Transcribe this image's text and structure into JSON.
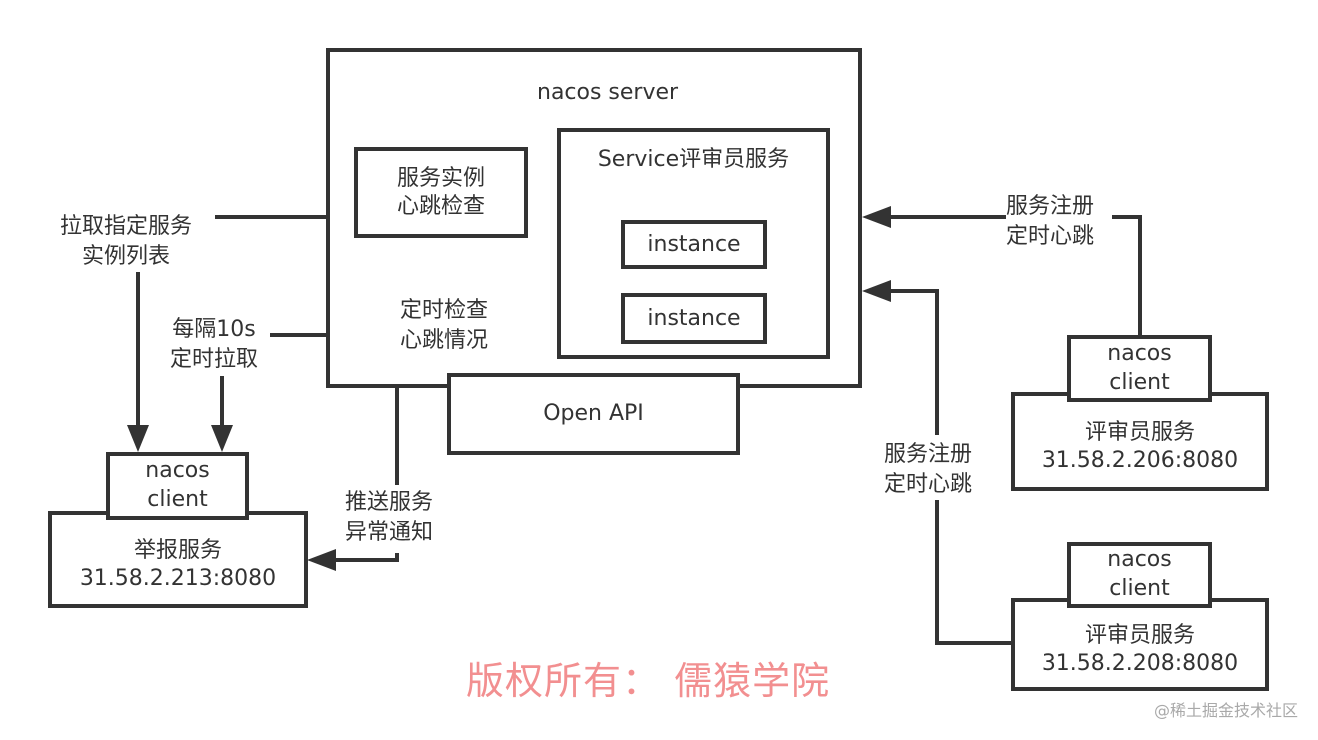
{
  "server": {
    "title": "nacos server",
    "heartbeat_checker": {
      "line1": "服务实例",
      "line2": "心跳检查"
    },
    "service": {
      "title": "Service评审员服务",
      "instances": [
        "instance",
        "instance"
      ]
    },
    "open_api": "Open API",
    "internal_edge_label": {
      "line1": "定时检查",
      "line2": "心跳情况"
    }
  },
  "left_client": {
    "client_line1": "nacos",
    "client_line2": "client",
    "service_name": "举报服务",
    "address": "31.58.2.213:8080"
  },
  "right_clients": [
    {
      "client_line1": "nacos",
      "client_line2": "client",
      "service_name": "评审员服务",
      "address": "31.58.2.206:8080"
    },
    {
      "client_line1": "nacos",
      "client_line2": "client",
      "service_name": "评审员服务",
      "address": "31.58.2.208:8080"
    }
  ],
  "edge_labels": {
    "pull_list": {
      "line1": "拉取指定服务",
      "line2": "实例列表"
    },
    "pull_interval": {
      "line1": "每隔10s",
      "line2": "定时拉取"
    },
    "push_notify": {
      "line1": "推送服务",
      "line2": "异常通知"
    },
    "register_top": {
      "line1": "服务注册",
      "line2": "定时心跳"
    },
    "register_bottom": {
      "line1": "服务注册",
      "line2": "定时心跳"
    }
  },
  "copyright": "版权所有： 儒猿学院",
  "watermark": "@稀土掘金技术社区",
  "colors": {
    "stroke": "#333333",
    "copyright": "#f28f90",
    "watermark": "#a9a9a9"
  }
}
